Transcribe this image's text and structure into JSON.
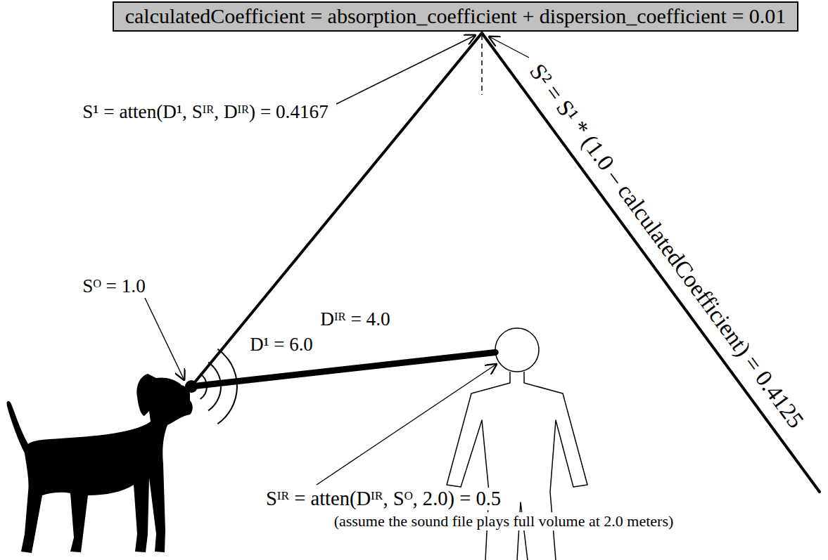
{
  "diagram": {
    "nodes": [
      {
        "text": [
          "calculatedCoefficient = absorption_coefficient + dispersion_coefficient = 0.01"
        ]
      }
    ],
    "labels": [
      "S¹ = atten(D¹, Sᴵᴿ, Dᴵᴿ) = 0.4167",
      "S² = S¹ * (1.0 – calculatedCoefficient) = 0.4125",
      "D¹ = 6.0",
      "Sᴼ = 1.0",
      "Dᴵᴿ = 4.0",
      "Sᴵᴿ = atten(Dᴵᴿ, Sᴼ, 2.0) = 0.5",
      "(assume the sound file plays full volume at 2.0 meters)"
    ]
  }
}
